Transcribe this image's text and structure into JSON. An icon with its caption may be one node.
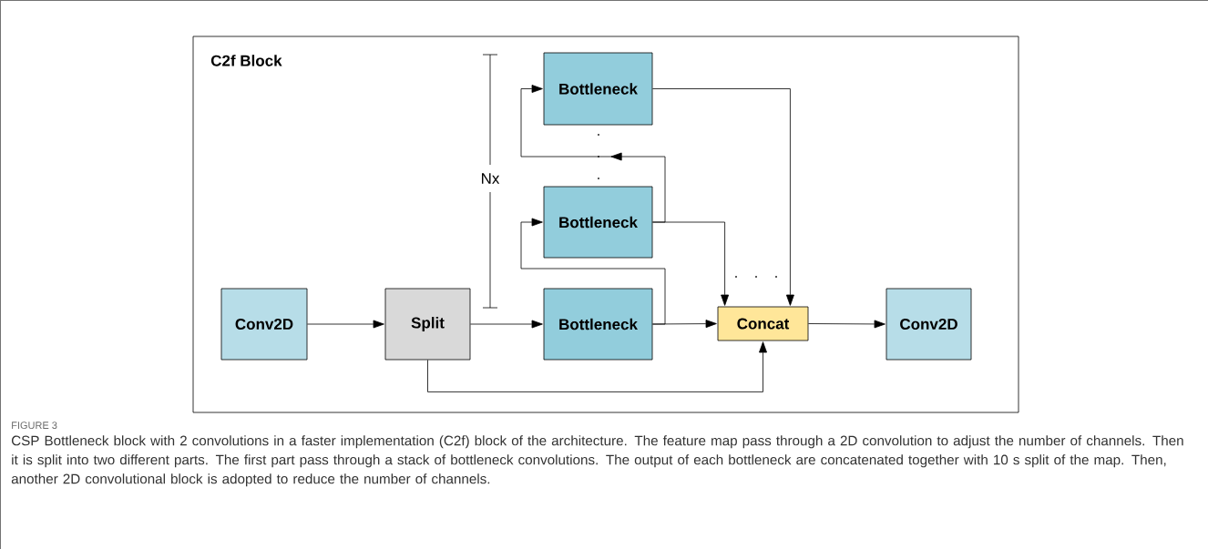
{
  "diagram": {
    "caption": "CSP Bottleneck block with 2 convolutions in a faster implementation (C2f) block of the architecture. The feature map pass through a 2D convolution to adjust the number of channels. Then it is split into two different parts. The first part pass through a stack of bottleneck convolutions. The output of each bottleneck are concatenated together with 10 s split of the map. Then, another 2D convolutional block is adopted to reduce the number of channels.",
    "nodes": [
      {
        "text": [
          "C2f Block"
        ]
      },
      {
        "text": [
          "Conv2D"
        ],
        "in": 0
      },
      {
        "text": [
          "Split"
        ],
        "in": 0
      },
      {
        "text": [
          "Bottleneck"
        ],
        "in": 0
      },
      {
        "text": [
          "Bottleneck"
        ],
        "in": 0
      },
      {
        "text": [
          "Bottleneck"
        ],
        "in": 0
      },
      {
        "text": [
          "Concat"
        ],
        "in": 0
      },
      {
        "text": [
          "Conv2D"
        ],
        "in": 0
      }
    ],
    "edges": [
      {
        "from": 1,
        "to": 2,
        "arrow": "to"
      },
      {
        "from": 2,
        "to": 5,
        "arrow": "to"
      },
      {
        "from": 5,
        "to": 6,
        "arrow": "to"
      },
      {
        "from": 5,
        "to": 4,
        "arrow": "to"
      },
      {
        "from": 4,
        "to": 3,
        "arrow": "to"
      },
      {
        "from": 4,
        "to": 6,
        "arrow": "to"
      },
      {
        "from": 3,
        "to": 6,
        "arrow": "to"
      },
      {
        "from": 2,
        "to": 6,
        "arrow": "to"
      },
      {
        "from": 6,
        "to": 7,
        "arrow": "to"
      }
    ],
    "labels": [
      "Nx",
      "FIGURE 3"
    ]
  }
}
